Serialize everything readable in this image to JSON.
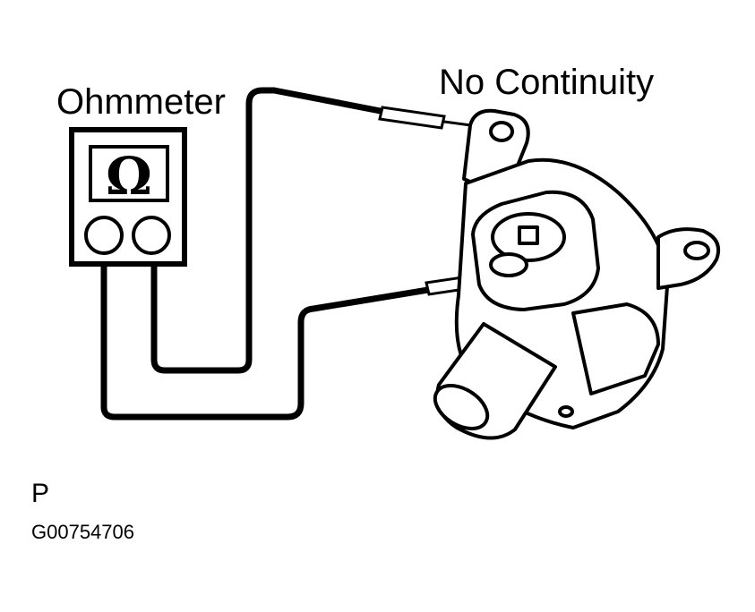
{
  "labels": {
    "ohmmeter": "Ohmmeter",
    "result": "No Continuity",
    "symbol": "Ω",
    "figure_letter": "P",
    "figure_code": "G00754706"
  },
  "colors": {
    "ink": "#000000",
    "paper": "#ffffff"
  }
}
